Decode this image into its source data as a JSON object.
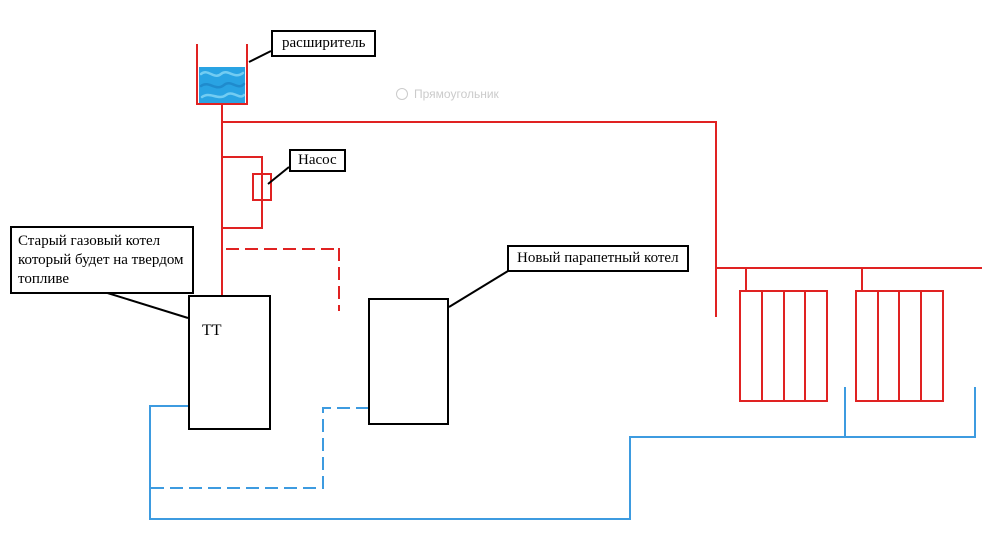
{
  "labels": {
    "expander": "расширитель",
    "pump": "Насос",
    "old_boiler": "Старый газовый котел который будет на твердом топливе",
    "old_boiler_tt": "ТТ",
    "new_boiler": "Новый парапетный котел"
  },
  "watermark": {
    "text": "Прямоугольник"
  },
  "colors": {
    "supply": "#e02222",
    "return": "#3d9be0",
    "water": "#29a3e3",
    "outline": "#000000",
    "watermark": "#c2c2c2"
  }
}
